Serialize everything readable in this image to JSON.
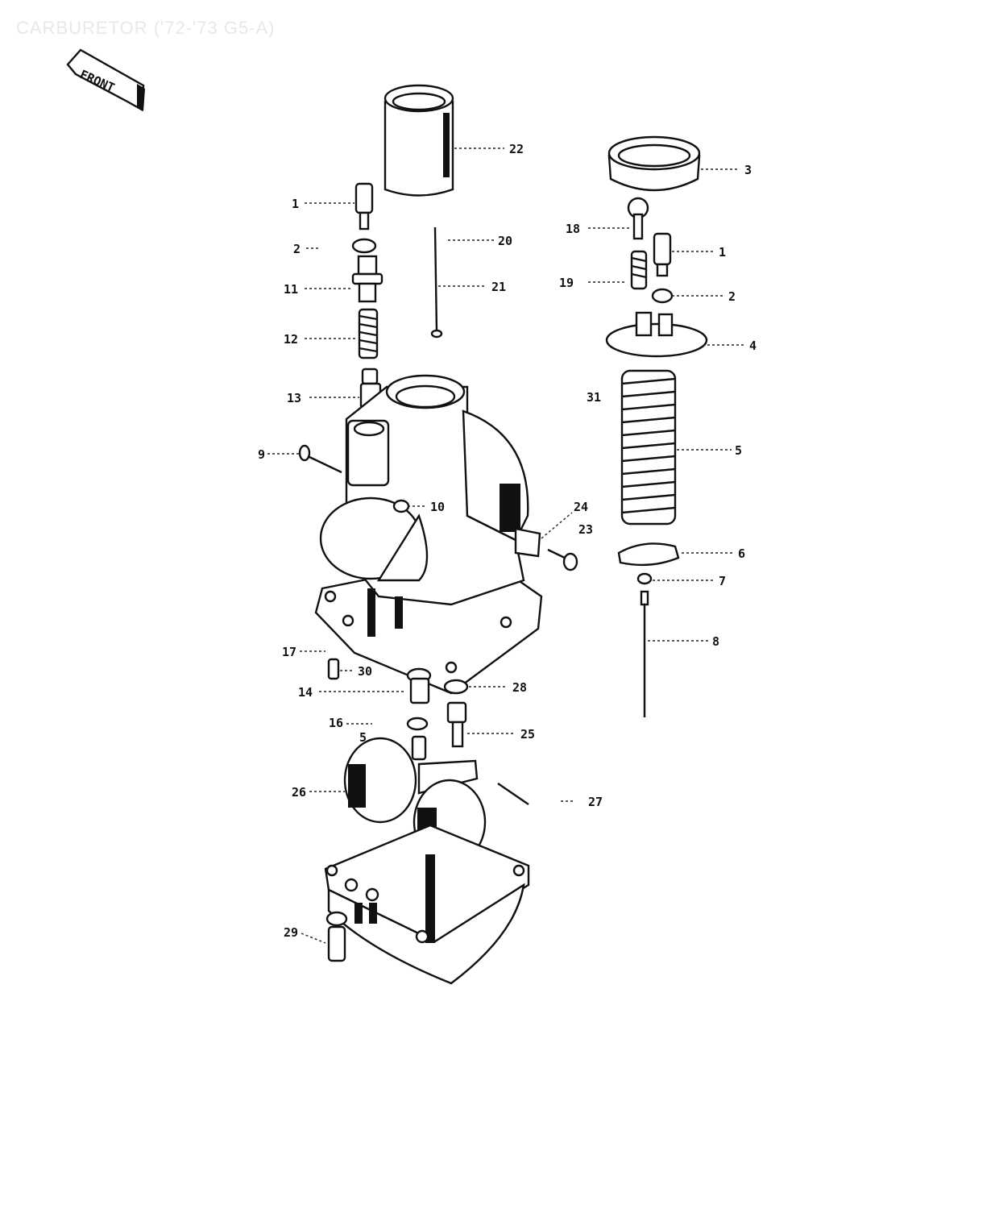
{
  "title": "CARBURETOR ('72-'73 G5-A)",
  "front_arrow_label": "FRONT",
  "part_labels": [
    {
      "id": "p1a",
      "text": "1"
    },
    {
      "id": "p2a",
      "text": "2"
    },
    {
      "id": "p11",
      "text": "11"
    },
    {
      "id": "p12",
      "text": "12"
    },
    {
      "id": "p13",
      "text": "13"
    },
    {
      "id": "p9",
      "text": "9"
    },
    {
      "id": "p10",
      "text": "10"
    },
    {
      "id": "p22",
      "text": "22"
    },
    {
      "id": "p20",
      "text": "20"
    },
    {
      "id": "p21",
      "text": "21"
    },
    {
      "id": "p3",
      "text": "3"
    },
    {
      "id": "p18",
      "text": "18"
    },
    {
      "id": "p1b",
      "text": "1"
    },
    {
      "id": "p19",
      "text": "19"
    },
    {
      "id": "p2b",
      "text": "2"
    },
    {
      "id": "p4",
      "text": "4"
    },
    {
      "id": "p31",
      "text": "31"
    },
    {
      "id": "p5a",
      "text": "5"
    },
    {
      "id": "p24",
      "text": "24"
    },
    {
      "id": "p23",
      "text": "23"
    },
    {
      "id": "p6",
      "text": "6"
    },
    {
      "id": "p7",
      "text": "7"
    },
    {
      "id": "p8",
      "text": "8"
    },
    {
      "id": "p17",
      "text": "17"
    },
    {
      "id": "p30",
      "text": "30"
    },
    {
      "id": "p14",
      "text": "14"
    },
    {
      "id": "p28",
      "text": "28"
    },
    {
      "id": "p16",
      "text": "16"
    },
    {
      "id": "p5b",
      "text": "5"
    },
    {
      "id": "p25",
      "text": "25"
    },
    {
      "id": "p26",
      "text": "26"
    },
    {
      "id": "p27",
      "text": "27"
    },
    {
      "id": "p29",
      "text": "29"
    }
  ]
}
